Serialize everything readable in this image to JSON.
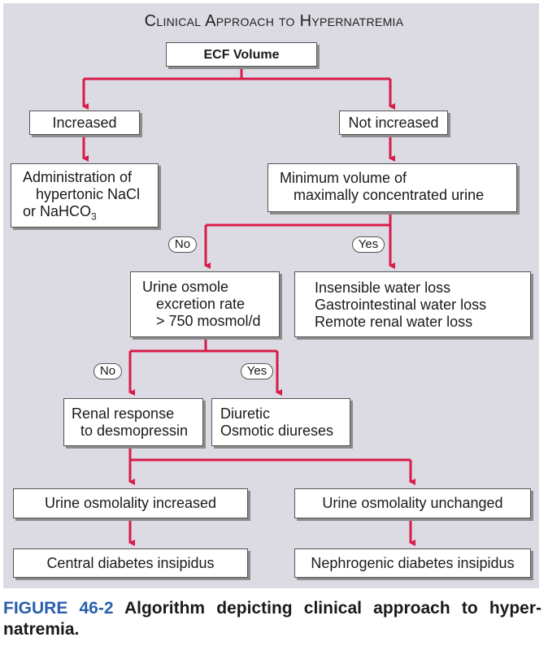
{
  "title": "Clinical Approach to Hypernatremia",
  "nodes": {
    "ecf_volume": "ECF Volume",
    "increased": "Increased",
    "not_increased": "Not increased",
    "administration": [
      "Administration of",
      "hypertonic NaCl",
      "or NaHCO"
    ],
    "administration_subscript": "3",
    "min_volume": [
      "Minimum volume of",
      "maximally concentrated urine"
    ],
    "urine_osmole": [
      "Urine osmole",
      "excretion rate",
      "> 750 mosmol/d"
    ],
    "insensible": [
      "Insensible water loss",
      "Gastrointestinal water loss",
      "Remote renal water loss"
    ],
    "renal_response": [
      "Renal response",
      "to desmopressin"
    ],
    "diuretic": [
      "Diuretic",
      "Osmotic diureses"
    ],
    "osmolality_increased": "Urine osmolality increased",
    "osmolality_unchanged": "Urine osmolality unchanged",
    "central_di": "Central diabetes insipidus",
    "nephrogenic_di": "Nephrogenic diabetes insipidus"
  },
  "labels": {
    "no_1": "No",
    "yes_1": "Yes",
    "no_2": "No",
    "yes_2": "Yes"
  },
  "caption": {
    "figure": "FIGURE 46-2",
    "text": "Algorithm depicting clinical approach to hyper- natremia."
  },
  "colors": {
    "arrow": "#d81b4a",
    "panel": "#dcdbe3",
    "figure_label": "#2a5fb0"
  }
}
